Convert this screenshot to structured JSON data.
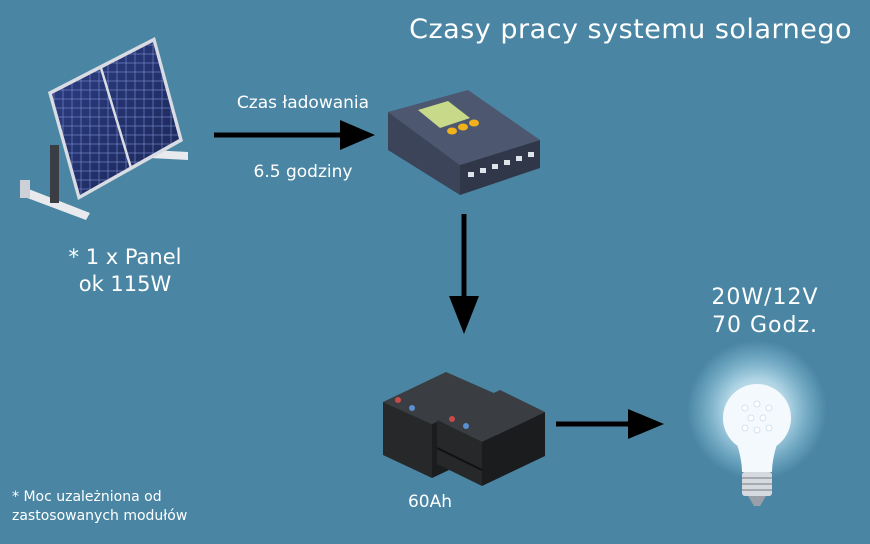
{
  "title": "Czasy pracy systemu solarnego",
  "panel": {
    "line1": "* 1 x Panel",
    "line2": "ok 115W"
  },
  "charging": {
    "label": "Czas ładowania",
    "duration": "6.5 godziny"
  },
  "battery": {
    "capacity": "60Ah"
  },
  "bulb": {
    "power": "20W/12V",
    "runtime": "70 Godz."
  },
  "footnote": {
    "line1": "* Moc uzależniona od",
    "line2": "zastosowanych modułów"
  },
  "colors": {
    "background": "#4a86a3",
    "arrow": "#000000",
    "text": "#ffffff"
  },
  "icons": [
    "solar-panel-icon",
    "charge-controller-icon",
    "battery-icon",
    "light-bulb-icon",
    "arrow-right-icon",
    "arrow-down-icon"
  ]
}
